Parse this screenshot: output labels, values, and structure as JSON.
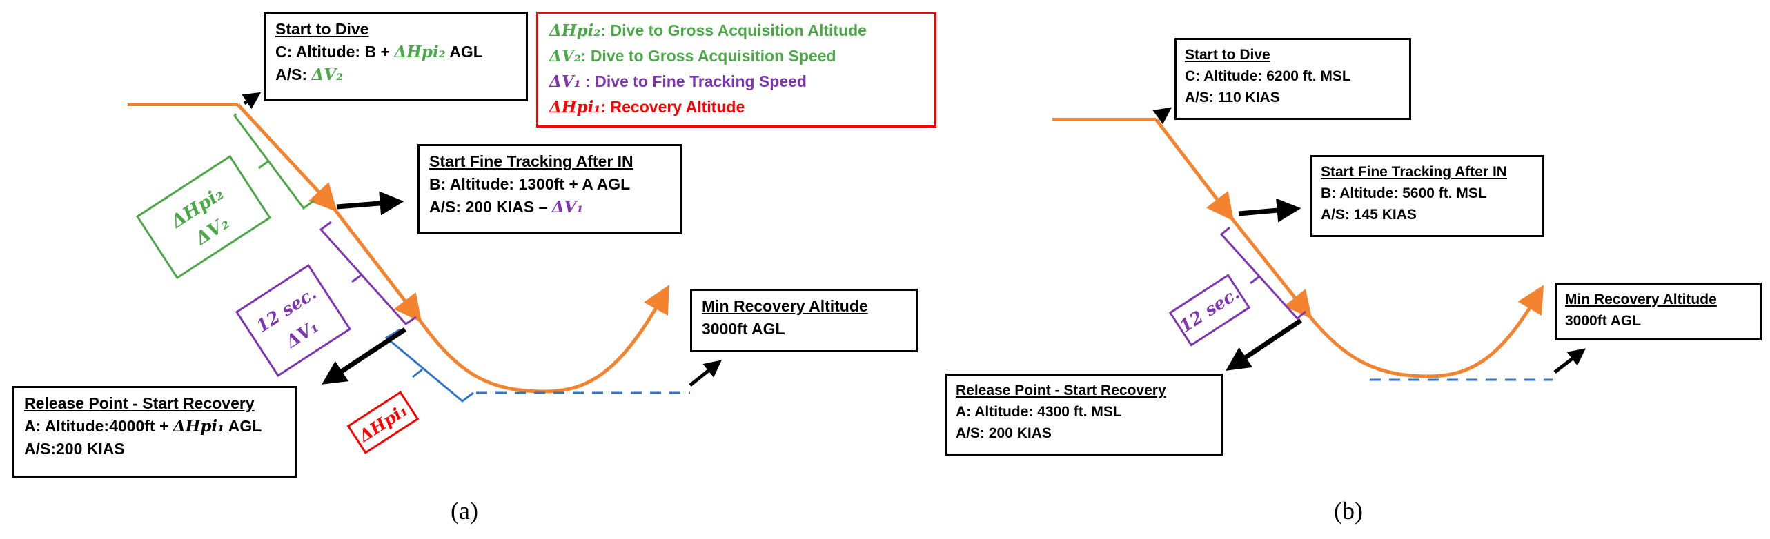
{
  "colors": {
    "path": "#f4832f",
    "green": "#4aa847",
    "purple": "#7f35b2",
    "red": "#ff0000",
    "blue": "#2e75c8",
    "black": "#000000"
  },
  "panel_a": {
    "caption": "(a)",
    "legend": [
      {
        "symbol": "ΔHpi₂",
        "text": ": Dive to Gross Acquisition Altitude"
      },
      {
        "symbol": "ΔV₂",
        "text": ": Dive to Gross Acquisition Speed"
      },
      {
        "symbol": "ΔV₁",
        "text": " : Dive to Fine Tracking Speed"
      },
      {
        "symbol": "ΔHpi₁",
        "text": ": Recovery Altitude"
      }
    ],
    "start_dive": {
      "title": "Start to Dive",
      "line1_prefix": "C: Altitude: B + ",
      "line1_symbol": "ΔHpi₂",
      "line1_suffix": " AGL",
      "line2_prefix": "A/S: ",
      "line2_symbol": "ΔV₂"
    },
    "fine_tracking": {
      "title": "Start Fine Tracking After IN",
      "line1": "B: Altitude: 1300ft + A AGL",
      "line2_prefix": "A/S: 200 KIAS – ",
      "line2_symbol": "ΔV₁"
    },
    "min_recovery": {
      "title": "Min Recovery Altitude",
      "line1": "3000ft AGL"
    },
    "release": {
      "title": "Release Point - Start Recovery",
      "line1_prefix": "A: Altitude:4000ft + ",
      "line1_symbol": "ΔHpi₁",
      "line1_suffix": " AGL",
      "line2": "A/S:200 KIAS"
    },
    "bracket_green_1": "ΔHpi₂",
    "bracket_green_2": "ΔV₂",
    "bracket_purple_1": "12 sec.",
    "bracket_purple_2": "ΔV₁",
    "bracket_red": "ΔHpi₁"
  },
  "panel_b": {
    "caption": "(b)",
    "start_dive": {
      "title": "Start to Dive",
      "line1": "C: Altitude: 6200 ft. MSL",
      "line2": "A/S: 110 KIAS"
    },
    "fine_tracking": {
      "title": "Start Fine Tracking After IN",
      "line1": "B: Altitude: 5600 ft. MSL",
      "line2": "A/S: 145 KIAS"
    },
    "min_recovery": {
      "title": "Min Recovery Altitude",
      "line1": "3000ft AGL"
    },
    "release": {
      "title": "Release Point - Start Recovery",
      "line1": "A: Altitude: 4300 ft. MSL",
      "line2": "A/S: 200 KIAS"
    },
    "bracket_purple": "12 sec."
  }
}
